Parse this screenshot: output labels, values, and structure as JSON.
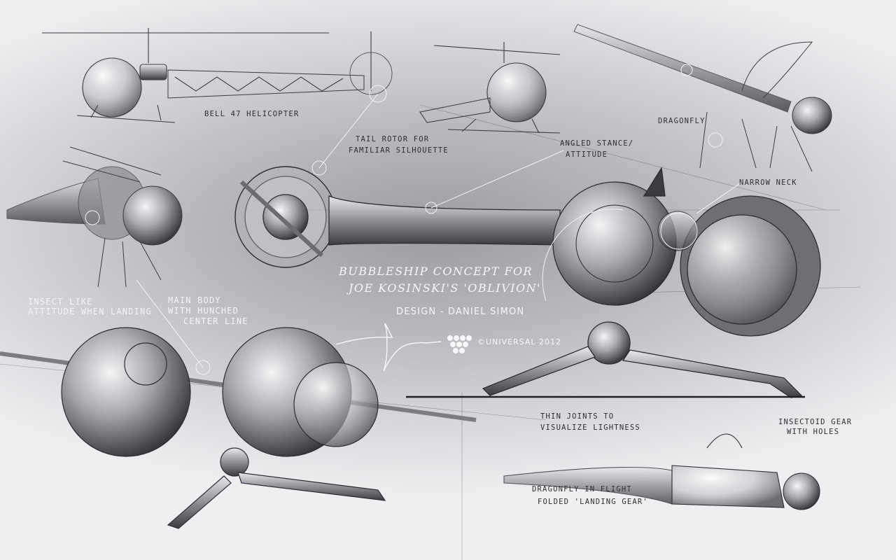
{
  "sheet": {
    "title_line1": "BUBBLESHIP CONCEPT FOR",
    "title_line2": "JOE KOSINSKI'S 'OBLIVION'",
    "designer": "DESIGN - DANIEL SIMON",
    "copyright": "©UNIVERSAL 2012"
  },
  "annotations": {
    "bell47": "BELL 47 HELICOPTER",
    "tail_rotor_1": "TAIL ROTOR FOR",
    "tail_rotor_2": "FAMILIAR SILHOUETTE",
    "angled_1": "ANGLED STANCE/",
    "angled_2": "ATTITUDE",
    "dragonfly": "DRAGONFLY",
    "narrow_neck": "NARROW NECK",
    "insect_1": "INSECT LIKE",
    "insect_2": "ATTITUDE WHEN LANDING",
    "main_body_1": "MAIN BODY",
    "main_body_2": "WITH HUNCHED",
    "main_body_3": "CENTER LINE",
    "thin_1": "THIN JOINTS TO",
    "thin_2": "VISUALIZE LIGHTNESS",
    "gear_1": "INSECTOID GEAR",
    "gear_2": "WITH HOLES",
    "flight_1": "DRAGONFLY IN FLIGHT",
    "flight_2": "FOLDED 'LANDING GEAR'"
  },
  "colors": {
    "background_center": "#9a9ca2",
    "background_edge": "#eeeff1",
    "ink": "#2d2f33",
    "highlight": "#f7f7f8"
  }
}
